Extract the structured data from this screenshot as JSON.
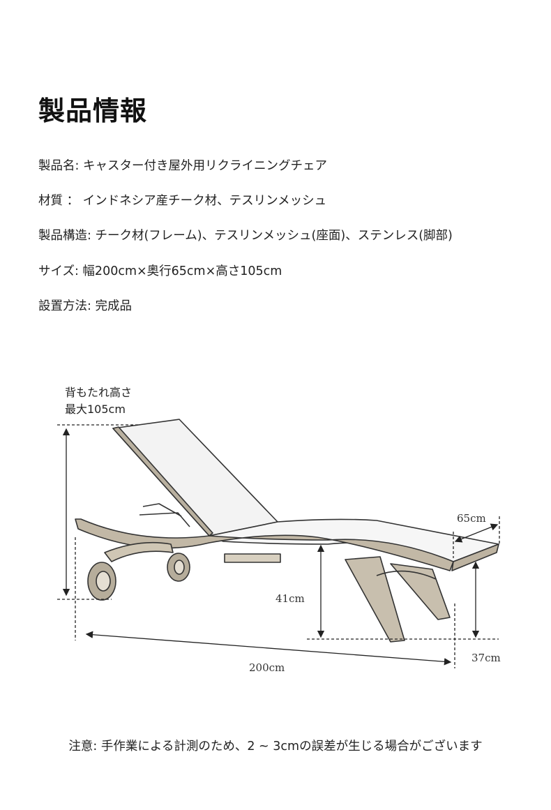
{
  "title": "製品情報",
  "specs": [
    "製品名: キャスター付き屋外用リクライニングチェア",
    "材質 ： インドネシア産チーク材、テスリンメッシュ",
    "製品構造:  チーク材(フレーム)、テスリンメッシュ(座面)、ステンレス(脚部)",
    "サイズ:  幅200cm×奥行65cm×高さ105cm",
    "設置方法: 完成品"
  ],
  "diagram": {
    "backrest_label_line1": "背もたれ高さ",
    "backrest_label_line2": "最大105cm",
    "depth": "65cm",
    "seat_height": "41cm",
    "leg_height": "37cm",
    "length": "200cm"
  },
  "note": "注意:  手作業による計測のため、2 ~ 3cmの誤差が生じる場合がございます"
}
